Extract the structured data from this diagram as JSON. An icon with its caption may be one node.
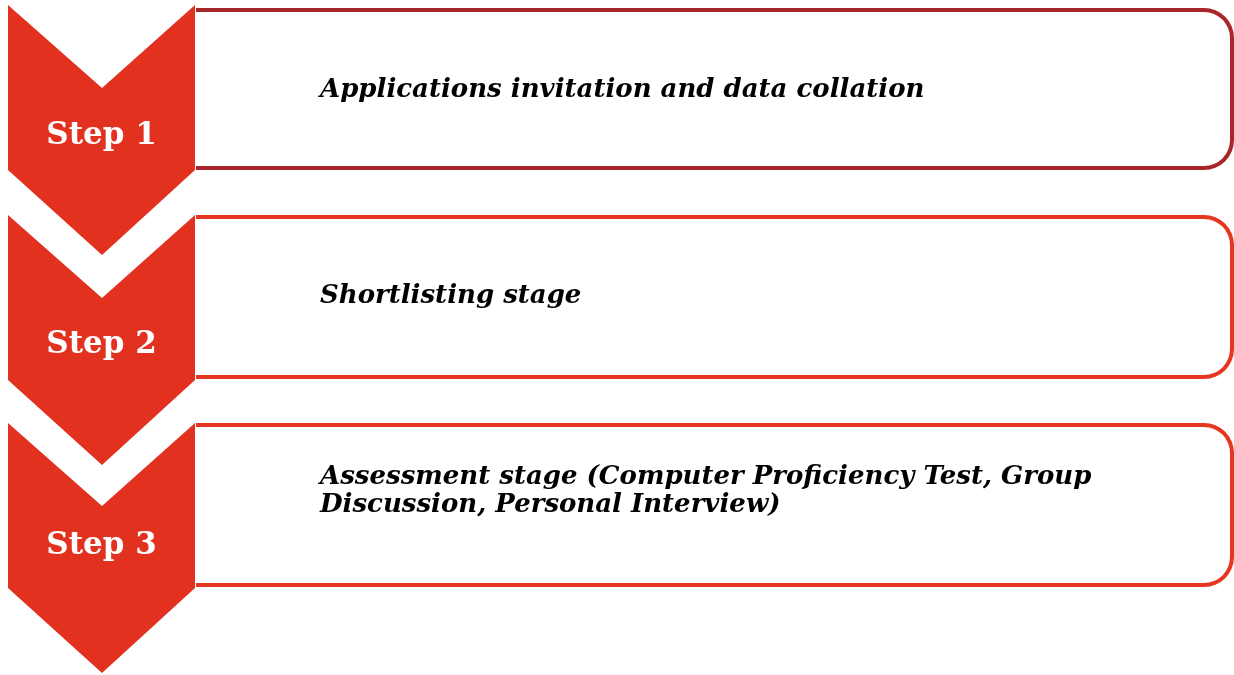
{
  "diagram": {
    "nodes": [
      {
        "text": [
          "Applications invitation and data collation"
        ]
      },
      {
        "text": [
          "Step 1"
        ]
      },
      {
        "text": [
          "Shortlisting stage"
        ]
      },
      {
        "text": [
          "Step 2"
        ]
      },
      {
        "text": [
          "Assessment stage (Computer Proficiency Test, Group Discussion, Personal Interview)"
        ]
      },
      {
        "text": [
          "Step 3"
        ]
      }
    ]
  }
}
